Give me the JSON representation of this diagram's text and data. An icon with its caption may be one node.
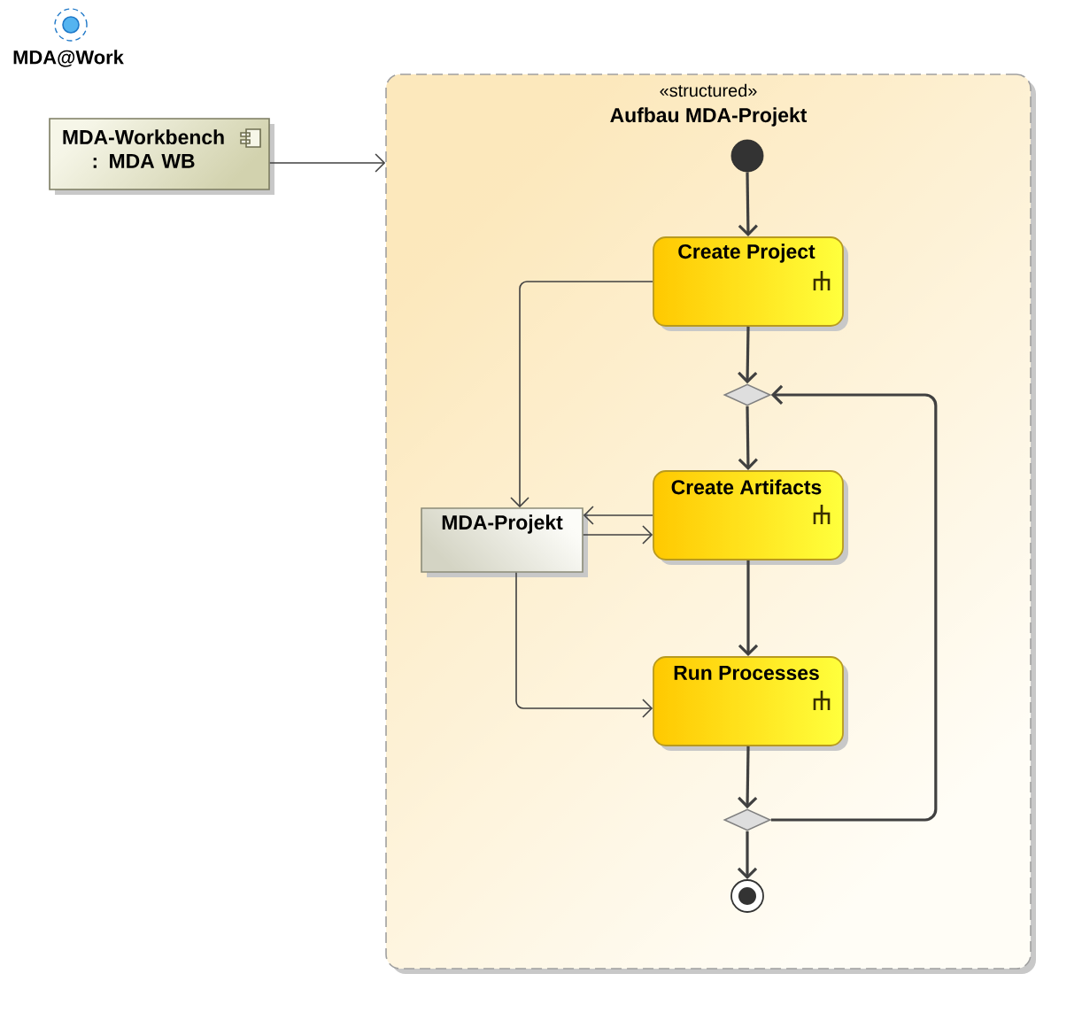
{
  "diagram": {
    "title": "MDA@Work",
    "nodes": [
      {
        "text": [
          "MDA-Workbench : MDA WB"
        ]
      },
      {
        "text": [
          "«structured»",
          "Aufbau MDA-Projekt"
        ]
      },
      {
        "text": [],
        "shape": "circle",
        "in": 1
      },
      {
        "text": [
          "Create Project"
        ],
        "in": 1
      },
      {
        "text": [],
        "shape": "diamond",
        "in": 1
      },
      {
        "text": [
          "Create Artifacts"
        ],
        "in": 1
      },
      {
        "text": [
          "MDA-Projekt"
        ],
        "in": 1
      },
      {
        "text": [
          "Run Processes"
        ],
        "in": 1
      },
      {
        "text": [],
        "shape": "diamond",
        "in": 1
      },
      {
        "text": [],
        "shape": "circle",
        "in": 1
      }
    ],
    "edges": [
      {
        "from": 0,
        "to": 1,
        "arrow": "to"
      },
      {
        "from": 2,
        "to": 3,
        "arrow": "to"
      },
      {
        "from": 3,
        "to": 4,
        "arrow": "to"
      },
      {
        "from": 3,
        "to": 6,
        "arrow": "to"
      },
      {
        "from": 4,
        "to": 5,
        "arrow": "to"
      },
      {
        "from": 5,
        "to": 6,
        "arrow": "to"
      },
      {
        "from": 6,
        "to": 5,
        "arrow": "to"
      },
      {
        "from": 5,
        "to": 7,
        "arrow": "to"
      },
      {
        "from": 6,
        "to": 7,
        "arrow": "to"
      },
      {
        "from": 7,
        "to": 8,
        "arrow": "to"
      },
      {
        "from": 8,
        "to": 9,
        "arrow": "to"
      },
      {
        "from": 8,
        "to": 4,
        "arrow": "to"
      }
    ]
  }
}
